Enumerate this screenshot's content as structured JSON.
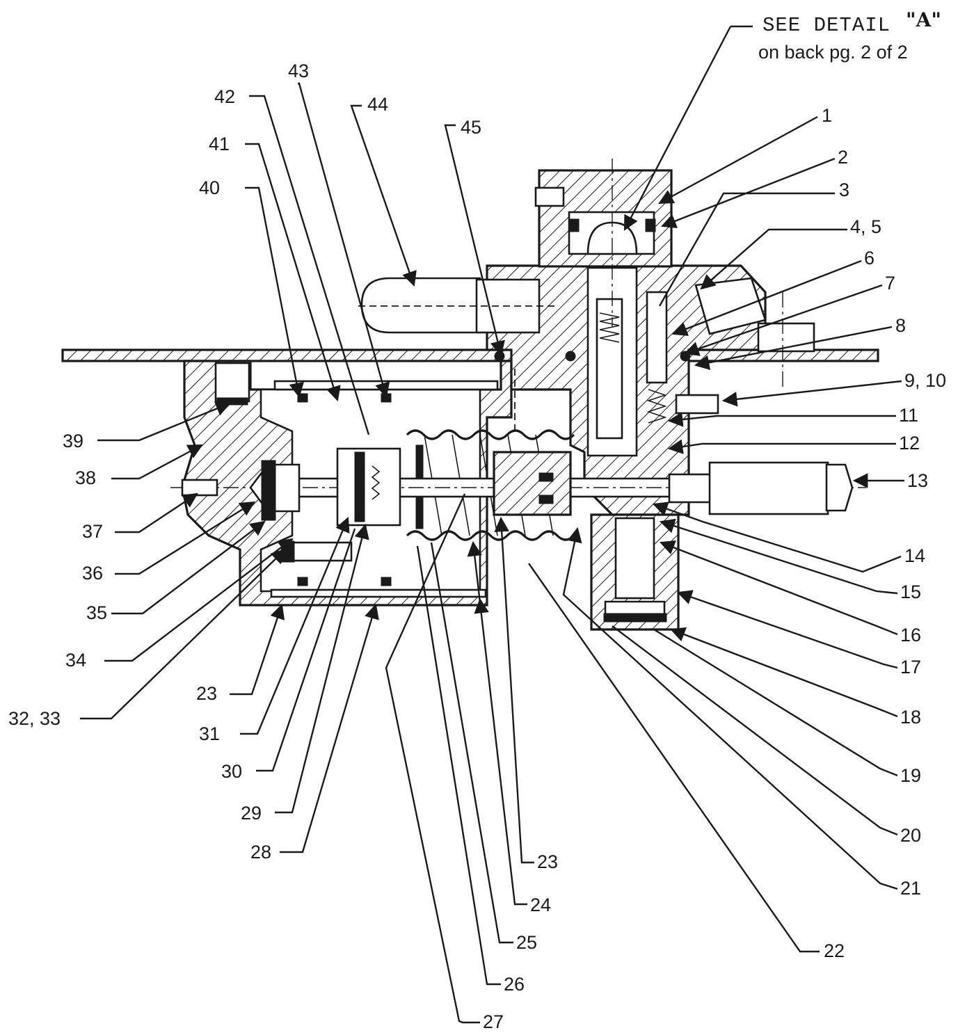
{
  "detail_note": {
    "line1": "SEE DETAIL",
    "detail_letter": "\"A\"",
    "line2": "on back pg. 2 of 2"
  },
  "callouts": [
    "1",
    "2",
    "3",
    "4, 5",
    "6",
    "7",
    "8",
    "9, 10",
    "11",
    "12",
    "13",
    "14",
    "15",
    "16",
    "17",
    "18",
    "19",
    "20",
    "21",
    "22",
    "23",
    "24",
    "25",
    "26",
    "27",
    "28",
    "29",
    "30",
    "31",
    "23",
    "32, 33",
    "34",
    "35",
    "36",
    "37",
    "38",
    "39",
    "40",
    "41",
    "42",
    "43",
    "44",
    "45"
  ]
}
